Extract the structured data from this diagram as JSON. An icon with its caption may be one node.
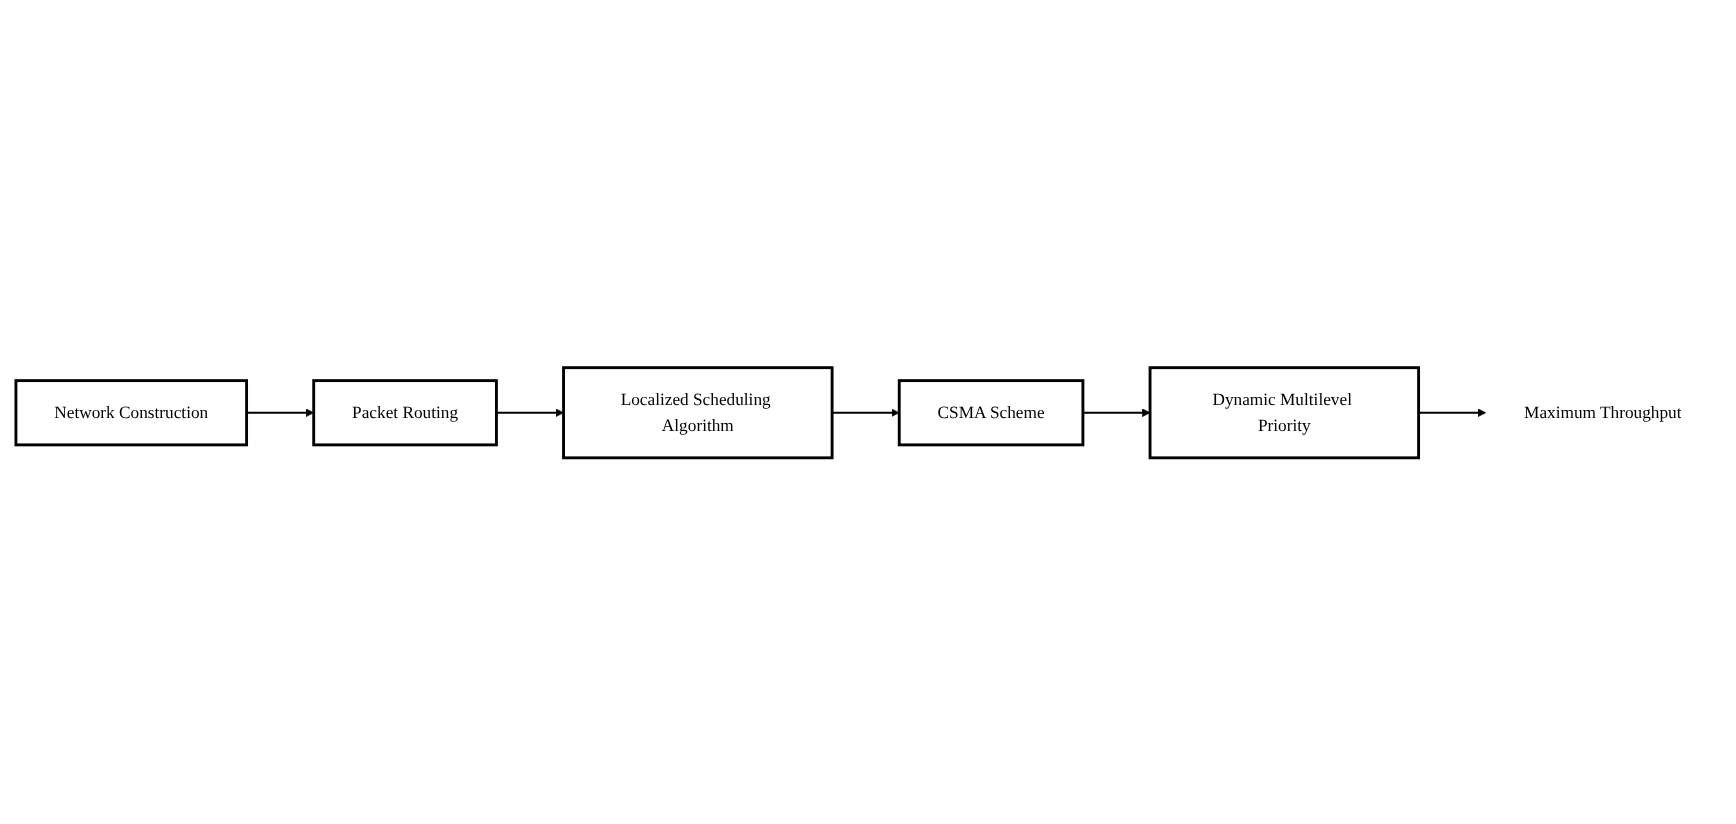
{
  "diagram": {
    "nodes": [
      {
        "text": [
          "Network Construction"
        ]
      },
      {
        "text": [
          "Packet Routing"
        ]
      },
      {
        "text": [
          "Localized Scheduling Algorithm"
        ]
      },
      {
        "text": [
          "CSMA Scheme"
        ]
      },
      {
        "text": [
          "Dynamic Multilevel Priority"
        ]
      },
      {
        "text": [
          "Maximum Throughput"
        ]
      }
    ],
    "edges": [
      {
        "from": 0,
        "to": 1,
        "arrow": "to"
      },
      {
        "from": 1,
        "to": 2,
        "arrow": "to"
      },
      {
        "from": 2,
        "to": 3,
        "arrow": "to"
      },
      {
        "from": 3,
        "to": 4,
        "arrow": "to"
      },
      {
        "from": 4,
        "to": 5,
        "arrow": "to"
      }
    ]
  }
}
